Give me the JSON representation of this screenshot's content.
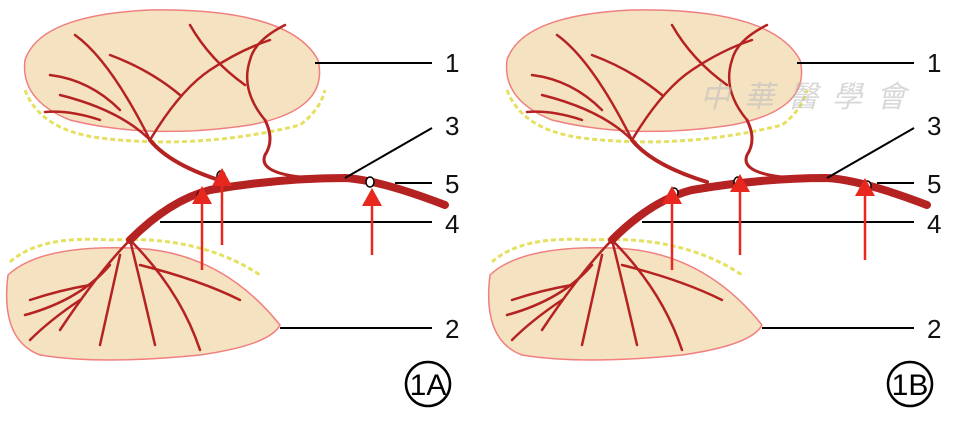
{
  "panels": [
    {
      "id": "1A",
      "label": "1A",
      "callouts": [
        "1",
        "2",
        "3",
        "4",
        "5"
      ]
    },
    {
      "id": "1B",
      "label": "1B",
      "callouts": [
        "1",
        "2",
        "3",
        "4",
        "5"
      ]
    }
  ],
  "watermark": "中華醫學會",
  "colors": {
    "lobe_fill": "#f5e2c0",
    "lobe_edge": "#f08080",
    "vessel": "#b52222",
    "fat": "#e6e060",
    "arrow": "#e8281e",
    "line": "#000000"
  }
}
